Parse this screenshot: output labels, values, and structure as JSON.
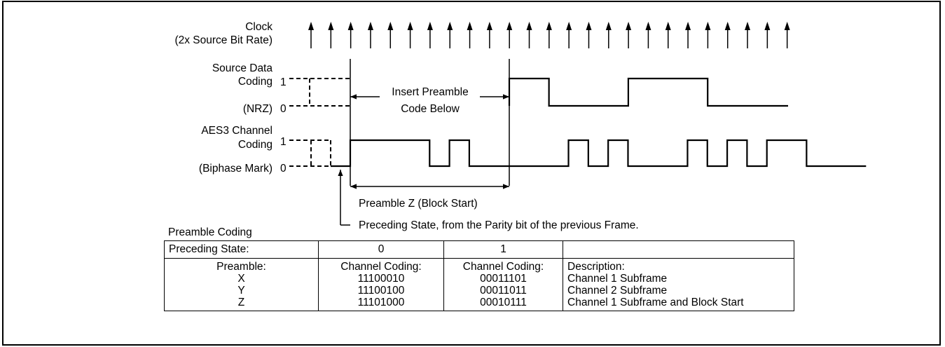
{
  "clock": {
    "label_line1": "Clock",
    "label_line2": "(2x Source Bit Rate)"
  },
  "source": {
    "label_line1": "Source Data",
    "label_line2": "Coding",
    "label_line3": "(NRZ)",
    "level_high": "1",
    "level_low": "0",
    "insert_line1": "Insert Preamble",
    "insert_line2": "Code Below",
    "levels_after_preamble": [
      1,
      1,
      0,
      0,
      0,
      0,
      1,
      1,
      1,
      1,
      0,
      0,
      0,
      0
    ]
  },
  "aes3": {
    "label_line1": "AES3 Channel",
    "label_line2": "Coding",
    "label_line3": "(Biphase Mark)",
    "level_high": "1",
    "level_low": "0",
    "levels": [
      1,
      1,
      1,
      1,
      0,
      1,
      0,
      0,
      0,
      0,
      0,
      1,
      0,
      1,
      0,
      0,
      0,
      1,
      0,
      1,
      0,
      1,
      1,
      0,
      0,
      0
    ]
  },
  "annotations": {
    "preamble_z": "Preamble Z (Block Start)",
    "preceding_state": "Preceding State, from the  Parity bit of the previous Frame."
  },
  "table": {
    "caption": "Preamble Coding",
    "header": [
      "Preceding State:",
      "0",
      "1",
      ""
    ],
    "col_titles": [
      "Preamble:",
      "Channel Coding:",
      "Channel Coding:",
      "Description:"
    ],
    "rows": [
      [
        "X",
        "11100010",
        "00011101",
        "Channel 1 Subframe"
      ],
      [
        "Y",
        "11100100",
        "00011011",
        "Channel 2 Subframe"
      ],
      [
        "Z",
        "11101000",
        "00010111",
        "Channel 1 Subframe and Block Start"
      ]
    ]
  }
}
